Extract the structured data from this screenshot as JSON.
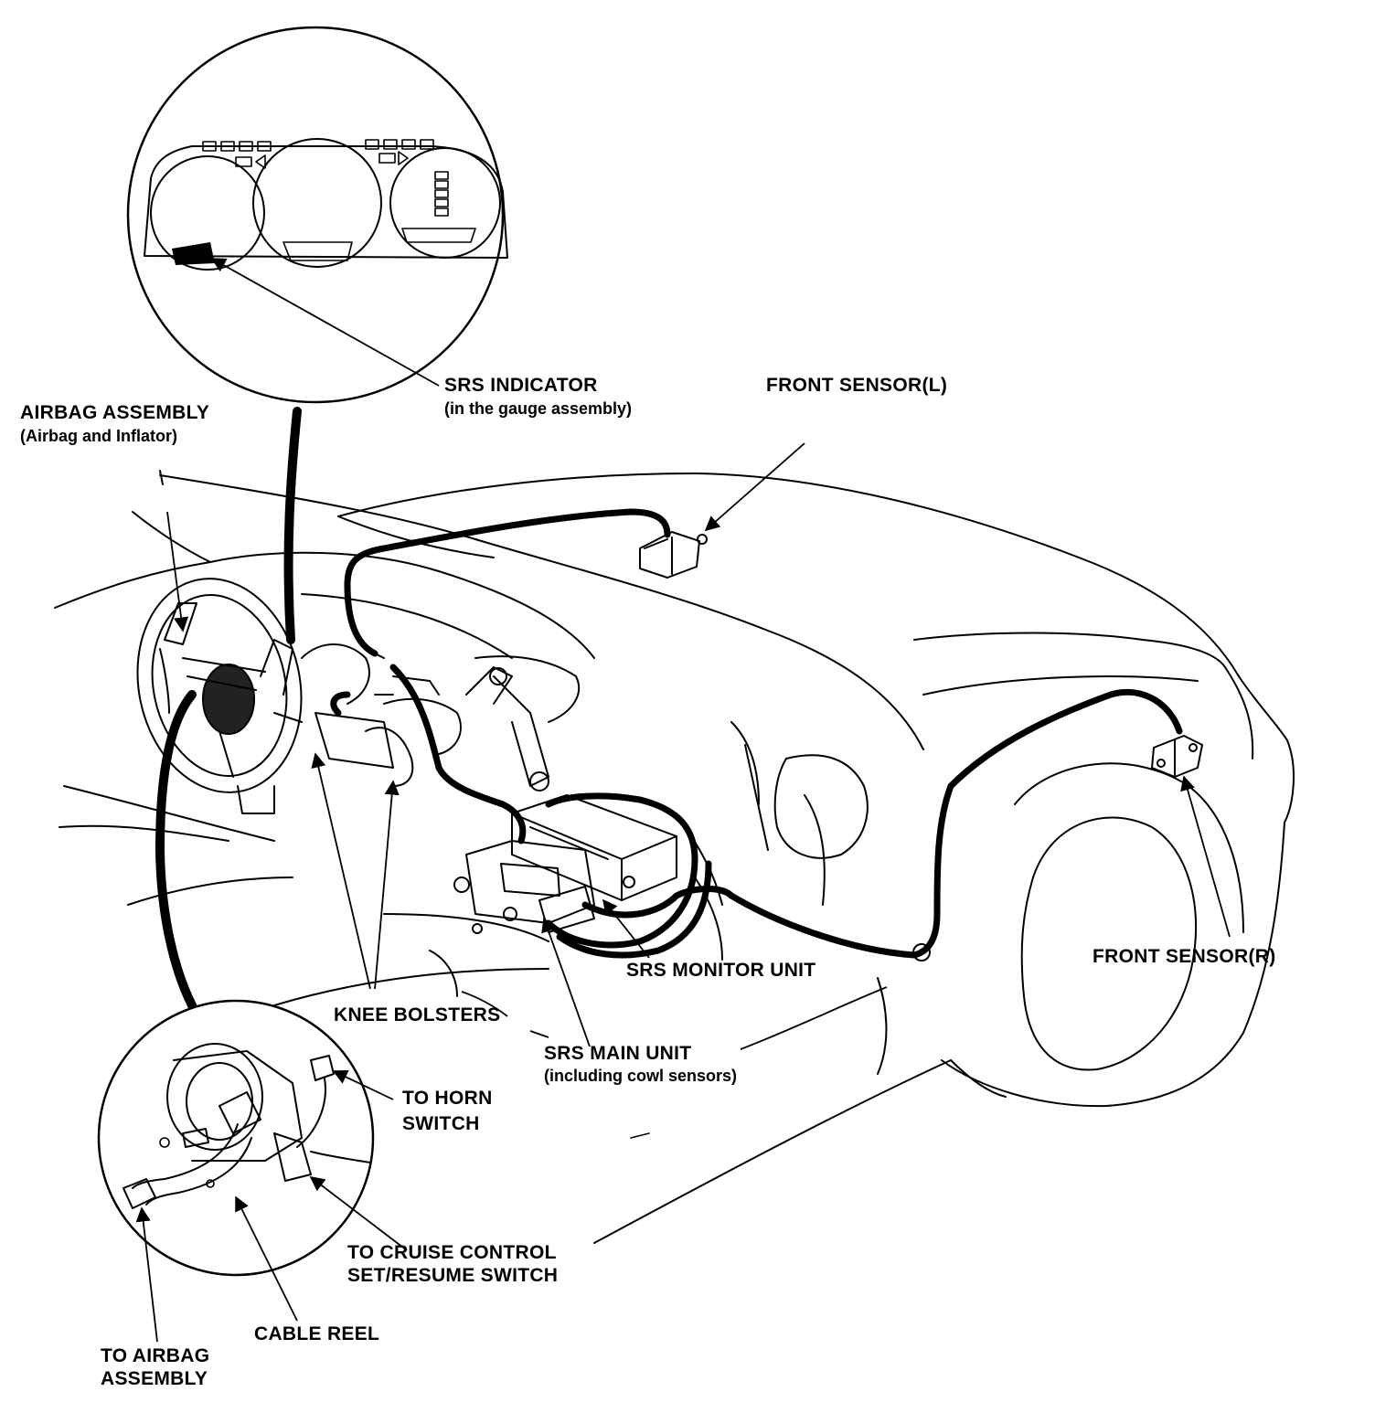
{
  "labels": {
    "srs_indicator": "SRS INDICATOR",
    "srs_indicator_sub": "(in the gauge assembly)",
    "front_sensor_l": "FRONT SENSOR(L)",
    "airbag_assembly": "AIRBAG ASSEMBLY",
    "airbag_assembly_sub": "(Airbag and Inflator)",
    "front_sensor_r": "FRONT SENSOR(R)",
    "srs_monitor_unit": "SRS MONITOR UNIT",
    "knee_bolsters": "KNEE BOLSTERS",
    "srs_main_unit": "SRS MAIN UNIT",
    "srs_main_unit_sub": "(including cowl sensors)",
    "to_horn_switch_1": "TO HORN",
    "to_horn_switch_2": "SWITCH",
    "to_cruise_1": "TO CRUISE CONTROL",
    "to_cruise_2": "SET/RESUME SWITCH",
    "cable_reel": "CABLE REEL",
    "to_airbag_1": "TO AIRBAG",
    "to_airbag_2": "ASSEMBLY"
  },
  "colors": {
    "ink": "#000000",
    "paper": "#ffffff"
  }
}
